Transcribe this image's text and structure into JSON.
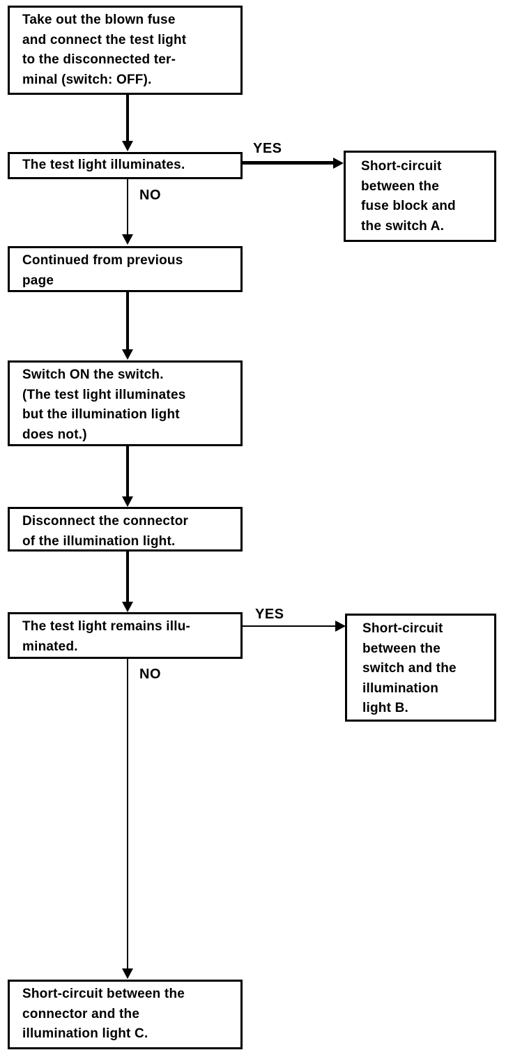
{
  "diagram": {
    "title": "Test light short-circuit diagnosis flowchart",
    "type": "flowchart",
    "ink_color": "#000000",
    "background_color": "#ffffff"
  },
  "nodes": {
    "step_take_out_fuse": {
      "text": "Take out the blown fuse\nand connect the test light\nto the disconnected ter-\nminal (switch: OFF)."
    },
    "decision_test_light_illuminates": {
      "text": "The test light illuminates."
    },
    "result_short_fuse_block_switch_a": {
      "text": "Short-circuit\nbetween the\nfuse block and\nthe switch A."
    },
    "connector_continued_previous_page": {
      "text": "Continued from previous\npage"
    },
    "step_switch_on": {
      "text": "Switch ON the switch.\n(The test light illuminates\nbut the illumination light\ndoes not.)"
    },
    "step_disconnect_connector": {
      "text": "Disconnect the connector\nof the illumination light."
    },
    "decision_test_light_remains": {
      "text": "The test light remains illu-\nminated."
    },
    "result_short_switch_illumination_b": {
      "text": "Short-circuit\nbetween the\nswitch and the\nillumination\nlight B."
    },
    "result_short_connector_illumination_c": {
      "text": "Short-circuit between the\nconnector and the\nillumination light C."
    }
  },
  "branches": {
    "yes_top": "YES",
    "no_top": "NO",
    "yes_bottom": "YES",
    "no_bottom": "NO"
  }
}
